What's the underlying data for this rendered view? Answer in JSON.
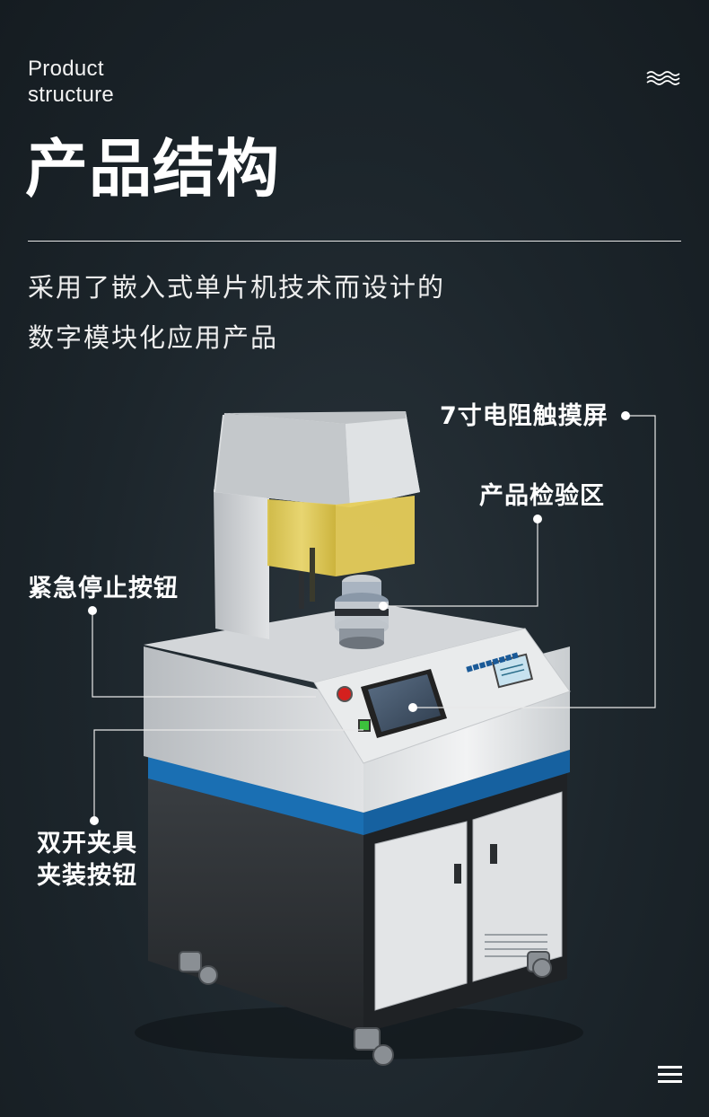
{
  "header": {
    "eyebrow_line1": "Product",
    "eyebrow_line2": "structure",
    "title": "产品结构"
  },
  "description": {
    "line1": "采用了嵌入式单片机技术而设计的",
    "line2": "数字模块化应用产品"
  },
  "callouts": {
    "touchscreen": "7寸电阻触摸屏",
    "inspection_area": "产品检验区",
    "emergency_stop": "紧急停止按钮",
    "clamp_line1": "双开夹具",
    "clamp_line2": "夹装按钮"
  },
  "icons": {
    "top_right": "waves-icon",
    "bottom_right": "menu-icon"
  },
  "colors": {
    "background": "#1a2228",
    "accent_stripe": "#1a6fb3",
    "text": "#ffffff"
  }
}
